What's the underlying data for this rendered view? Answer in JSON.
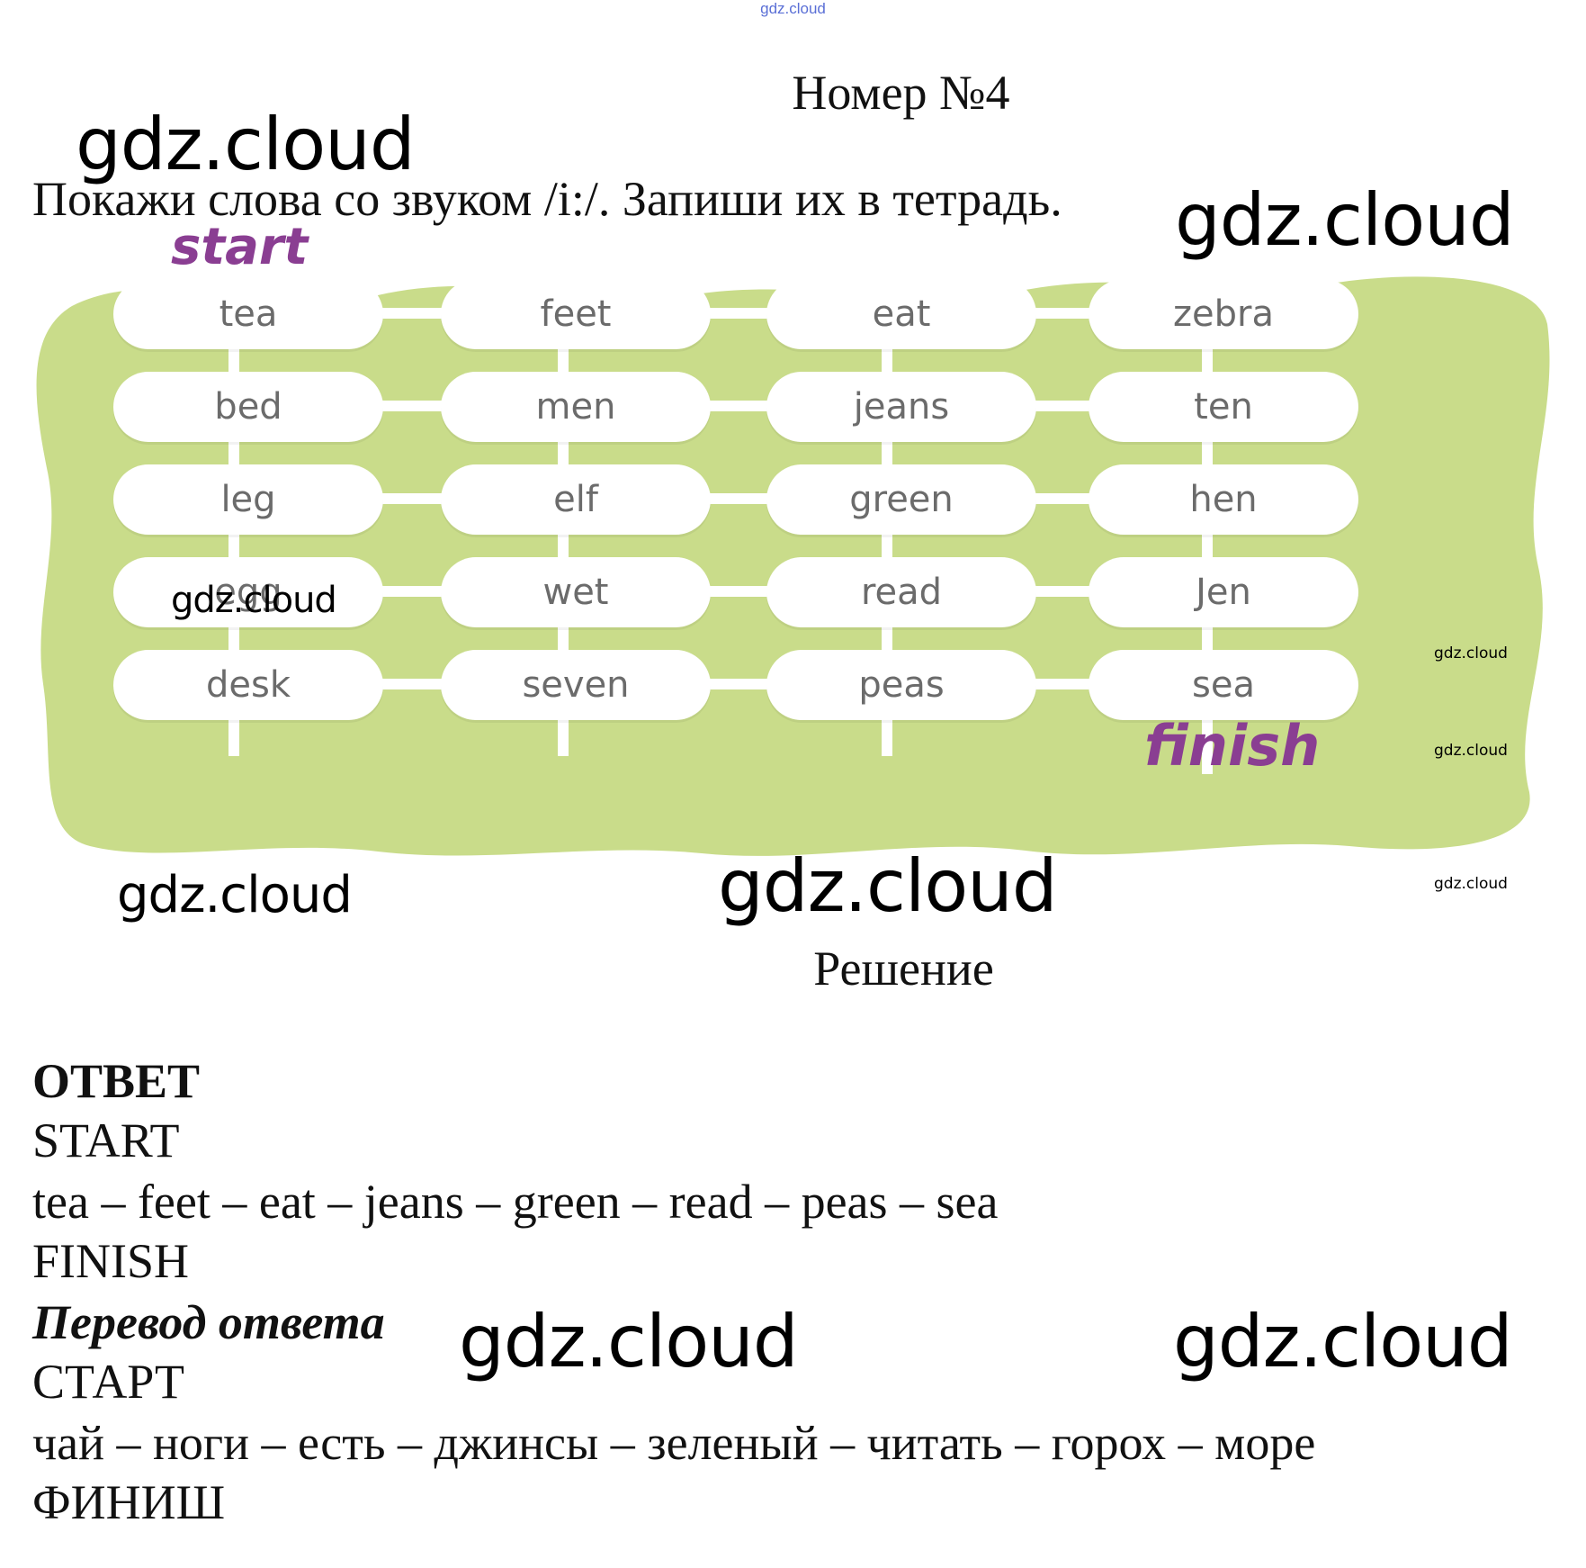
{
  "site_link": "gdz.cloud",
  "title": "Номер №4",
  "task": "Покажи слова со звуком /i:/. Запиши их в тетрадь.",
  "maze": {
    "start_label": "start",
    "finish_label": "finish",
    "rows": [
      [
        "tea",
        "feet",
        "eat",
        "zebra"
      ],
      [
        "bed",
        "men",
        "jeans",
        "ten"
      ],
      [
        "leg",
        "elf",
        "green",
        "hen"
      ],
      [
        "egg",
        "wet",
        "read",
        "Jen"
      ],
      [
        "desk",
        "seven",
        "peas",
        "sea"
      ]
    ],
    "colors": {
      "background": "#c9dc8a",
      "cell": "#ffffff",
      "hand": "#8a3e92"
    }
  },
  "watermark": "gdz.cloud",
  "solution_heading": "Решение",
  "answer": {
    "heading": "ОТВЕТ",
    "start": "START",
    "path": "tea – feet – eat – jeans – green – read – peas – sea",
    "finish": "FINISH",
    "translation_heading": "Перевод ответа",
    "start_ru": "СТАРТ",
    "path_ru": "чай – ноги – есть – джинсы – зеленый – читать – горох – море",
    "finish_ru": "ФИНИШ"
  }
}
